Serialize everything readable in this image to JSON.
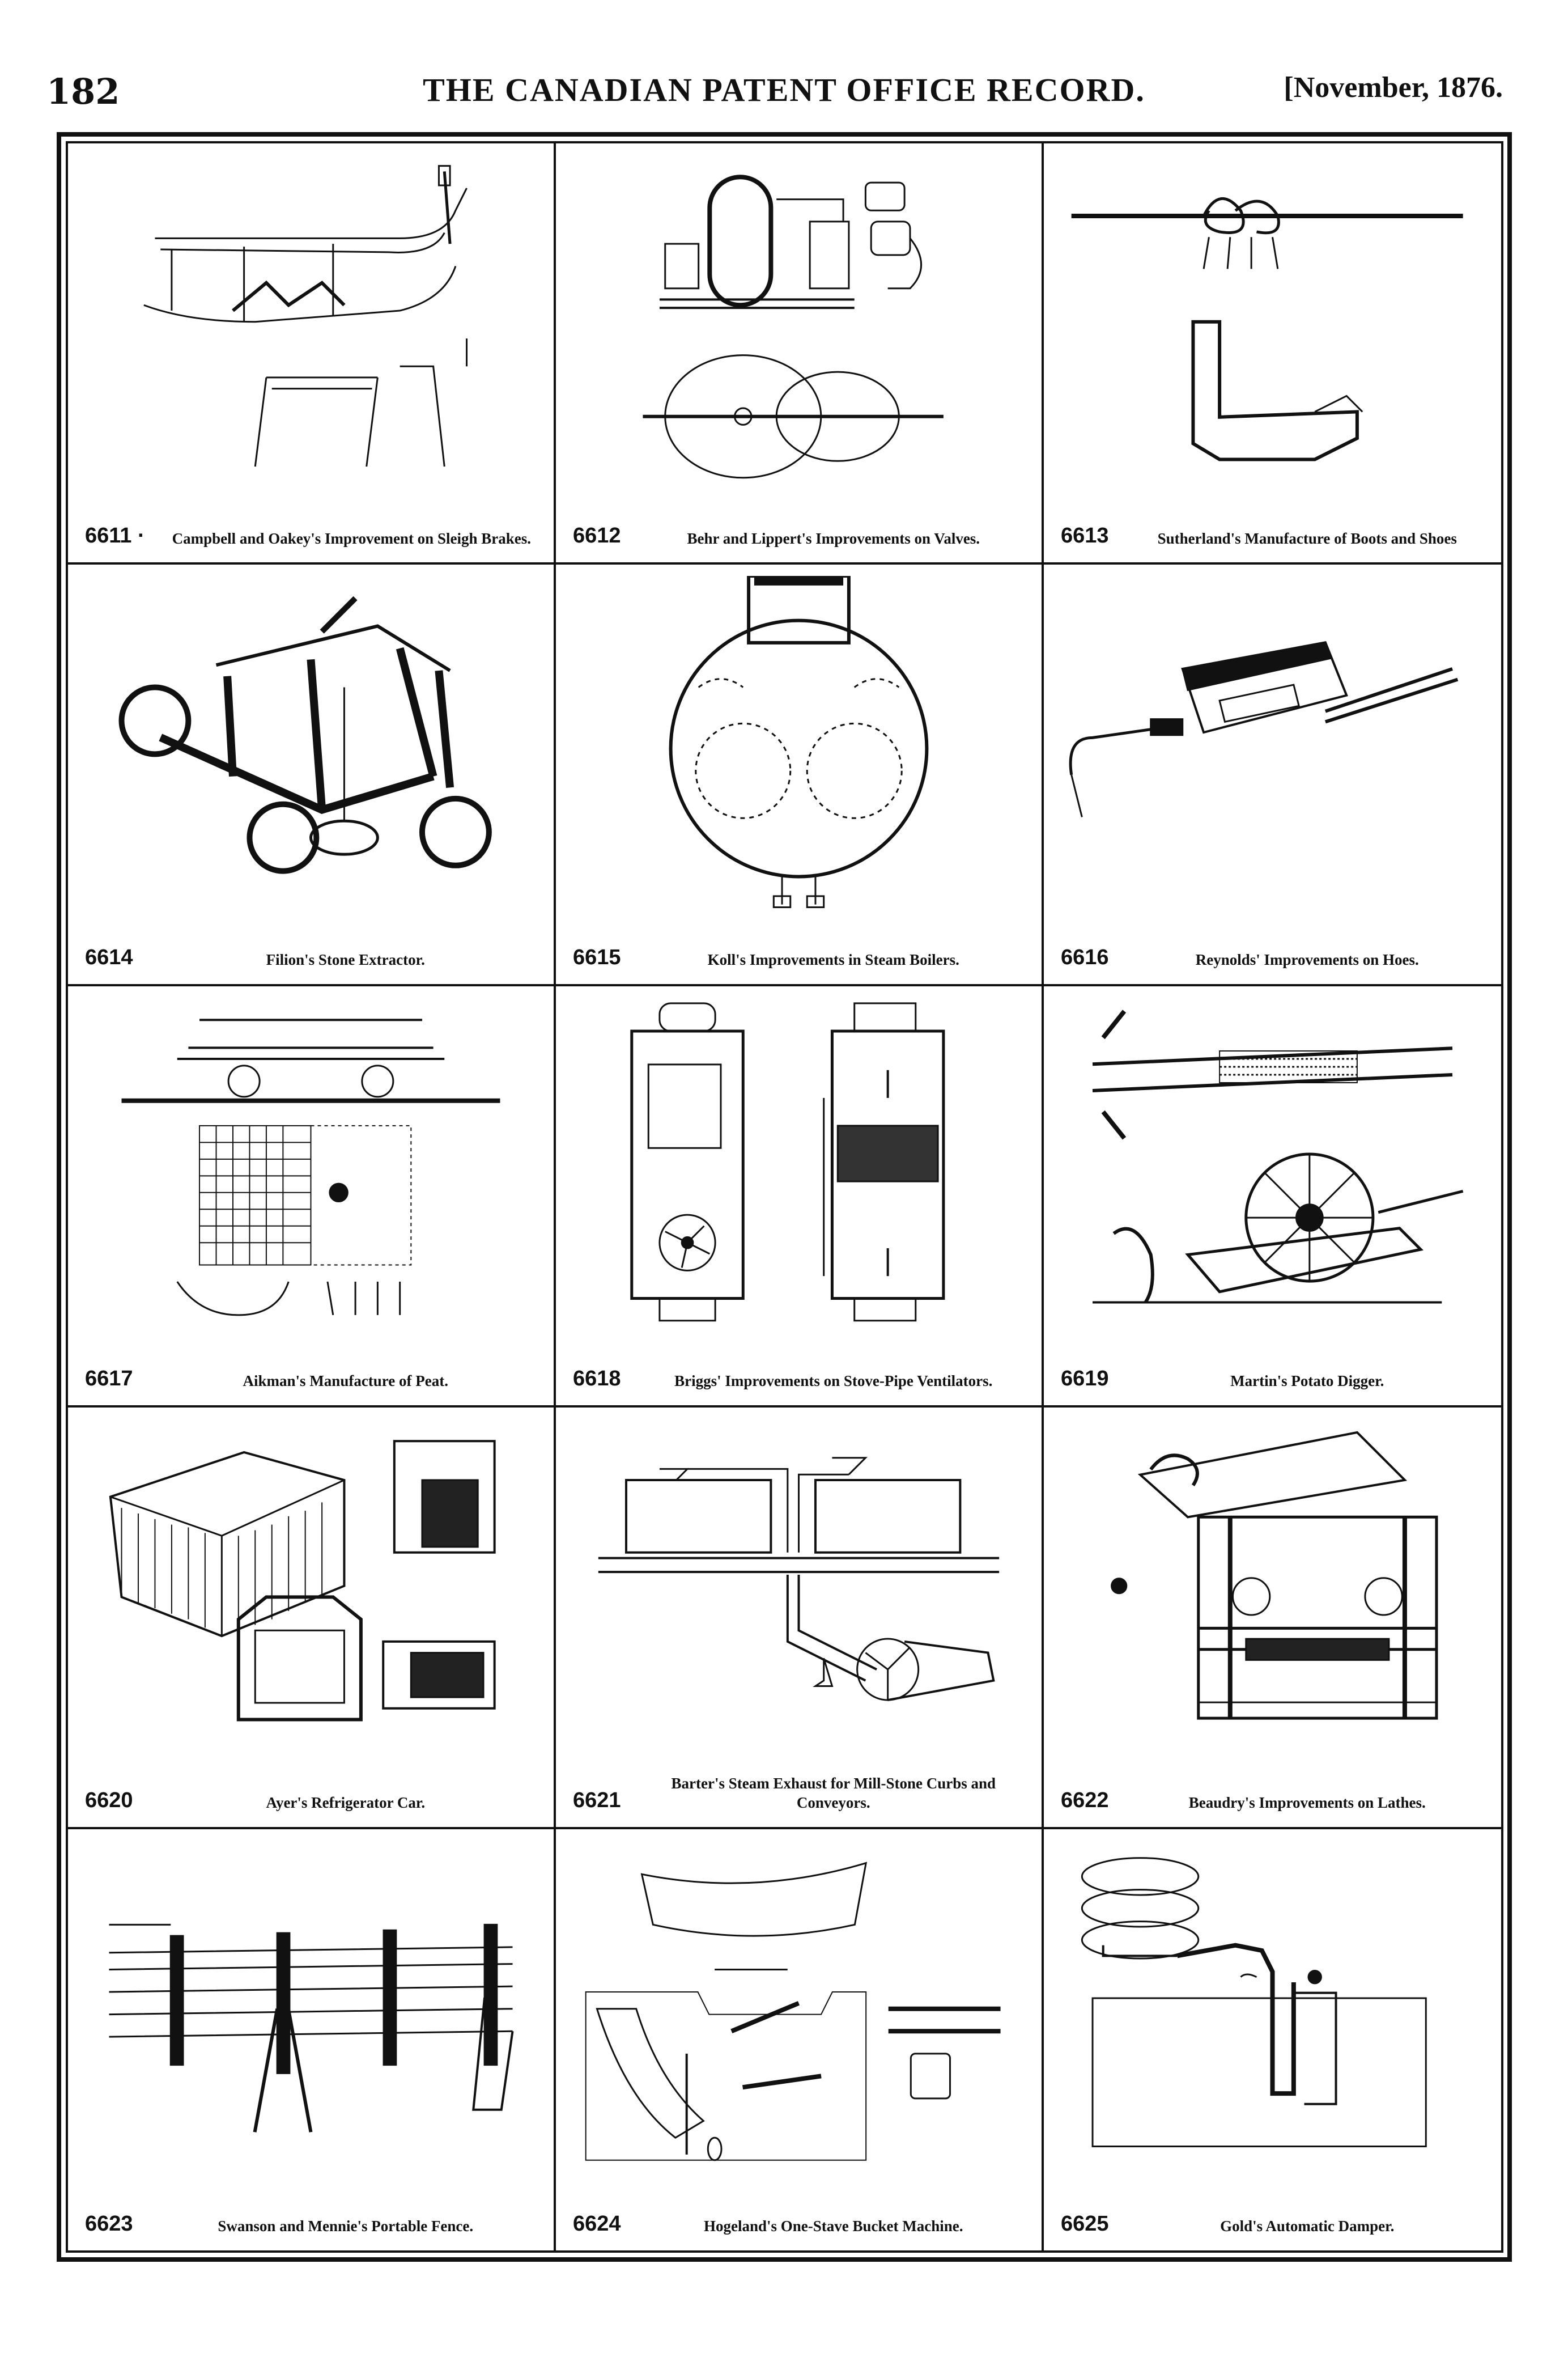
{
  "header": {
    "page_number": "182",
    "title": "THE CANADIAN PATENT OFFICE RECORD.",
    "date": "[November, 1876."
  },
  "patents": [
    {
      "number": "6611 ·",
      "title": "Campbell and Oakey's Improvement on Sleigh Brakes.",
      "drawing": "sleigh-brake-drawing"
    },
    {
      "number": "6612",
      "title": "Behr and Lippert's Improvements on Valves.",
      "drawing": "valve-drawing"
    },
    {
      "number": "6613",
      "title": "Sutherland's Manufacture of Boots and Shoes",
      "drawing": "boot-drawing"
    },
    {
      "number": "6614",
      "title": "Filion's Stone Extractor.",
      "drawing": "stone-extractor-drawing"
    },
    {
      "number": "6615",
      "title": "Koll's Improvements in Steam Boilers.",
      "drawing": "steam-boiler-drawing"
    },
    {
      "number": "6616",
      "title": "Reynolds' Improvements on Hoes.",
      "drawing": "hoe-drawing"
    },
    {
      "number": "6617",
      "title": "Aikman's Manufacture of Peat.",
      "drawing": "peat-machine-drawing"
    },
    {
      "number": "6618",
      "title": "Briggs' Improvements on Stove-Pipe Ventilators.",
      "drawing": "ventilator-drawing"
    },
    {
      "number": "6619",
      "title": "Martin's Potato Digger.",
      "drawing": "potato-digger-drawing"
    },
    {
      "number": "6620",
      "title": "Ayer's Refrigerator Car.",
      "drawing": "refrigerator-car-drawing"
    },
    {
      "number": "6621",
      "title": "Barter's Steam Exhaust for Mill-Stone Curbs and Conveyors.",
      "drawing": "steam-exhaust-drawing"
    },
    {
      "number": "6622",
      "title": "Beaudry's Improvements on Lathes.",
      "drawing": "lathe-drawing"
    },
    {
      "number": "6623",
      "title": "Swanson and Mennie's Portable Fence.",
      "drawing": "fence-drawing"
    },
    {
      "number": "6624",
      "title": "Hogeland's One-Stave Bucket Machine.",
      "drawing": "bucket-machine-drawing"
    },
    {
      "number": "6625",
      "title": "Gold's Automatic Damper.",
      "drawing": "damper-drawing"
    }
  ]
}
